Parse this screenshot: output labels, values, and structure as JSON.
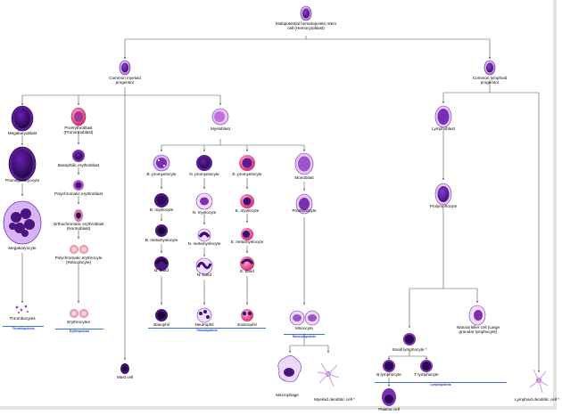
{
  "diagram": {
    "colors": {
      "line": "#555555",
      "arrow": "#666666",
      "group_label": "#1a3cd6",
      "cell_purple": "#7a2fb0",
      "nucleus_dark": "#2a0a52",
      "granule_pink": "#e0307a",
      "erythrocyte": "#e8a3b3"
    },
    "labels": {
      "stem": "Multipotential hematopoietic stem cell (Hemocytoblast)",
      "myeloid": "Common myeloid progenitor",
      "lymphoid": "Common lymphoid progenitor",
      "megakaryoblast": "Megakaryoblast",
      "promegakaryocyte": "Promegakaryocyte",
      "megakaryocyte": "Megakaryocyte",
      "thrombocytes": "Thrombocytes",
      "proerythroblast": "Proerythroblast (Pronormoblast)",
      "basophilic_erythroblast": "Basophilic erythroblast",
      "polychromatic_erythroblast": "Polychromatic erythroblast",
      "orthochromatic_erythroblast": "Orthochromatic erythroblast (Normoblast)",
      "polychromatic_erythrocyte": "Polychromatic erythrocyte (Reticulocyte)",
      "erythrocytes": "Erythrocytes",
      "mast_cell": "Mast cell",
      "myeloblast": "Myeloblast",
      "b_promyelocyte": "B. promyelocyte",
      "n_promyelocyte": "N. promyelocyte",
      "e_promyelocyte": "E. promyelocyte",
      "monoblast": "Monoblast",
      "b_myelocyte": "B. myelocyte",
      "n_myelocyte": "N. myelocyte",
      "e_myelocyte": "E. myelocyte",
      "promonocyte": "Promonocyte",
      "b_metamyelocyte": "B. metamyelocyte",
      "n_metamyelocyte": "N. metamyelocyte",
      "e_metamyelocyte": "E. metamyelocyte",
      "b_band": "B. band",
      "n_band": "N. band",
      "e_band": "E. band",
      "basophil": "Basophil",
      "neutrophil": "Neutrophil",
      "eosinophil": "Eosinophil",
      "monocyte": "Monocyte",
      "macrophage": "Macrophage",
      "myeloid_dendritic": "Myeloid dendritic cell",
      "lymphoblast": "Lymphoblast",
      "prolymphocyte": "Prolymphocyte",
      "small_lymphocyte": "Small lymphocyte",
      "nk_cell": "Natural killer cell (Large granular lymphocyte)",
      "b_lymphocyte": "B lymphocyte",
      "t_lymphocyte": "T lymphocyte",
      "plasma_cell": "Plasma cell",
      "lymphoid_dendritic": "Lymphoid dendritic cell"
    },
    "groups": {
      "thrombopoiesis": "Thrombopoiesis",
      "erythropoiesis": "Erythropoiesis",
      "granulopoiesis": "Granulopoiesis",
      "monocytopoiesis": "Monocytopoiesis",
      "lymphopoiesis": "Lymphopoiesis"
    },
    "footnote_marker": "*"
  }
}
